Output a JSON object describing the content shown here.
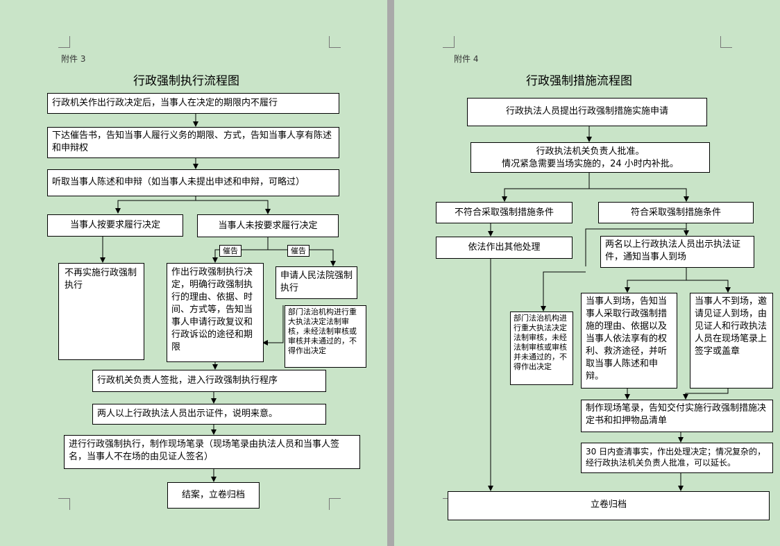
{
  "page1": {
    "annex": "附件 3",
    "title": "行政强制执行流程图",
    "steps": {
      "s1": "行政机关作出行政决定后，当事人在决定的期限内不履行",
      "s2": "下达催告书，告知当事人履行义务的期限、方式，告知当事人享有陈述和申辩权",
      "s3": "听取当事人陈述和申辩（如当事人未提出申述和申辩，可略过）",
      "s4a": "当事人按要求履行决定",
      "s4b": "当事人未按要求履行决定",
      "s5a": "不再实施行政强制执行",
      "s5b": "作出行政强制执行决定，明确行政强制执行的理由、依据、时间、方式等，告知当事人申请行政复议和行政诉讼的途径和期限",
      "s5c": "申请人民法院强制执行",
      "s5d": "部门法治机构进行重大执法决定法制审核，未经法制审核或审核并未通过的，不得作出决定",
      "s6": "行政机关负责人签批，进入行政强制执行程序",
      "s7": "两人以上行政执法人员出示证件，说明来意。",
      "s8": "进行行政强制执行，制作现场笔录（现场笔录由执法人员和当事人签名，当事人不在场的由见证人签名）",
      "s9": "结案，立卷归档"
    },
    "tag1": "催告",
    "tag2": "催告"
  },
  "page2": {
    "annex": "附件 4",
    "title": "行政强制措施流程图",
    "steps": {
      "t1": "行政执法人员提出行政强制措施实施申请",
      "t2a": "行政执法机关负责人批准。",
      "t2b": "情况紧急需要当场实施的，24 小时内补批。",
      "t3a": "不符合采取强制措施条件",
      "t3b": "符合采取强制措施条件",
      "t4a": "依法作出其他处理",
      "t4b": "两名以上行政执法人员出示执法证件，通知当事人到场",
      "t5a": "部门法治机构进行重大执法决定法制审核，未经法制审核或审核并未通过的，不得作出决定",
      "t5b": "当事人到场，告知当事人采取行政强制措施的理由、依据以及当事人依法享有的权利、救济途径，并听取当事人陈述和申辩。",
      "t5c": "当事人不到场，邀请见证人到场，由见证人和行政执法人员在现场笔录上签字或盖章",
      "t6": "制作现场笔录，告知交付实施行政强制措施决定书和扣押物品清单",
      "t7": "30 日内查清事实，作出处理决定；情况复杂的，经行政执法机关负责人批准，可以延长。",
      "t8": "立卷归档"
    }
  }
}
